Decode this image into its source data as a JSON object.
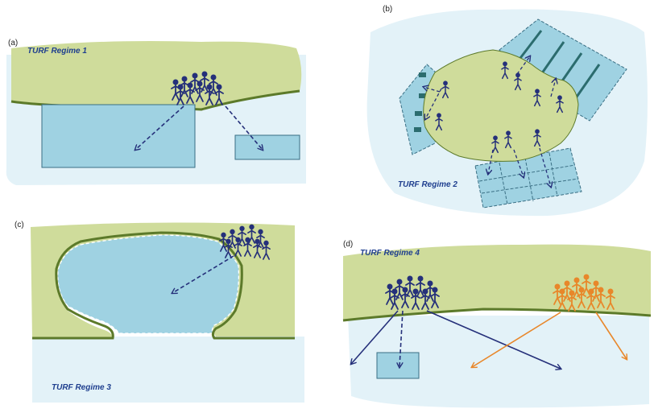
{
  "panels": [
    {
      "id": "a",
      "label": "(a)",
      "regime": "TURF Regime 1"
    },
    {
      "id": "b",
      "label": "(b)",
      "regime": "TURF Regime 2"
    },
    {
      "id": "c",
      "label": "(c)",
      "regime": "TURF Regime 3"
    },
    {
      "id": "d",
      "label": "(d)",
      "regime": "TURF Regime 4"
    }
  ],
  "colors": {
    "land": "#cfdc9b",
    "coast": "#5c7a2a",
    "sea": "#e3f2f8",
    "turf": "#9fd2e2",
    "turf_stroke": "#3a6f84",
    "fisher_blue": "#25307a",
    "fisher_orange": "#e8872a"
  },
  "icons": [
    "fisher-icon",
    "fishing-boat-icon"
  ]
}
